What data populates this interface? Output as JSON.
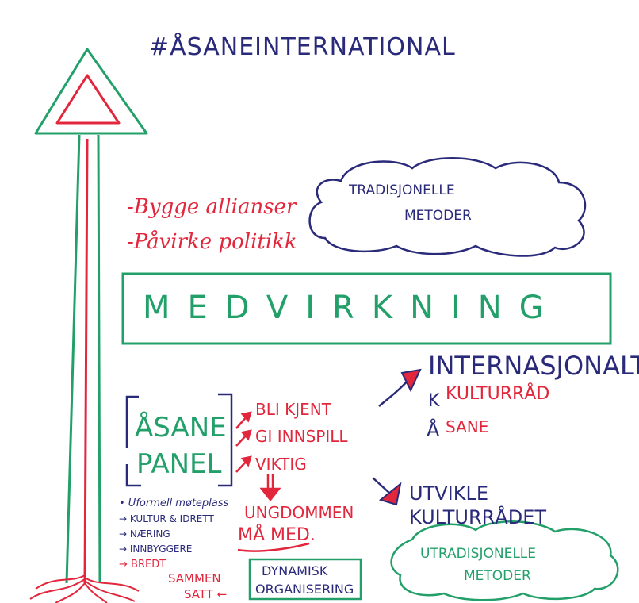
{
  "title": "#ÅSANEINTERNATIONAL",
  "goals": [
    "-Bygge allianser",
    "-Påvirke politikk"
  ],
  "traditional_cloud": {
    "line1": "TRADISJONELLE",
    "line2": "METODER"
  },
  "banner": "MEDVIRKNING",
  "asane_panel": {
    "line1": "ÅSANE",
    "line2": "PANEL"
  },
  "panel_points": [
    "BLI KJENT",
    "GI INNSPILL",
    "VIKTIG"
  ],
  "youth": {
    "line1": "UNGDOMMEN",
    "line2": "MÅ MED."
  },
  "meeting_place": {
    "intro": "• Uformell møteplass",
    "items": [
      "→ KULTUR & IDRETT",
      "→ NÆRING",
      "→ INNBYGGERE",
      "→ BREDT"
    ],
    "sammen": "SAMMEN",
    "satt": "SATT ←"
  },
  "dynamic_box": {
    "line1": "DYNAMISK",
    "line2": "ORGANISERING"
  },
  "ika": {
    "line1": "INTERNASJONALT",
    "line2": "KULTURRÅD",
    "k": "K",
    "a": "Å",
    "sane": "SANE"
  },
  "develop": {
    "line1": "UTVIKLE",
    "line2": "KULTURRÅDET"
  },
  "untraditional_cloud": {
    "line1": "UTRADISJONELLE",
    "line2": "METODER"
  },
  "colors": {
    "navy": "#2a2a7a",
    "red": "#e2273d",
    "green": "#23a06a"
  }
}
